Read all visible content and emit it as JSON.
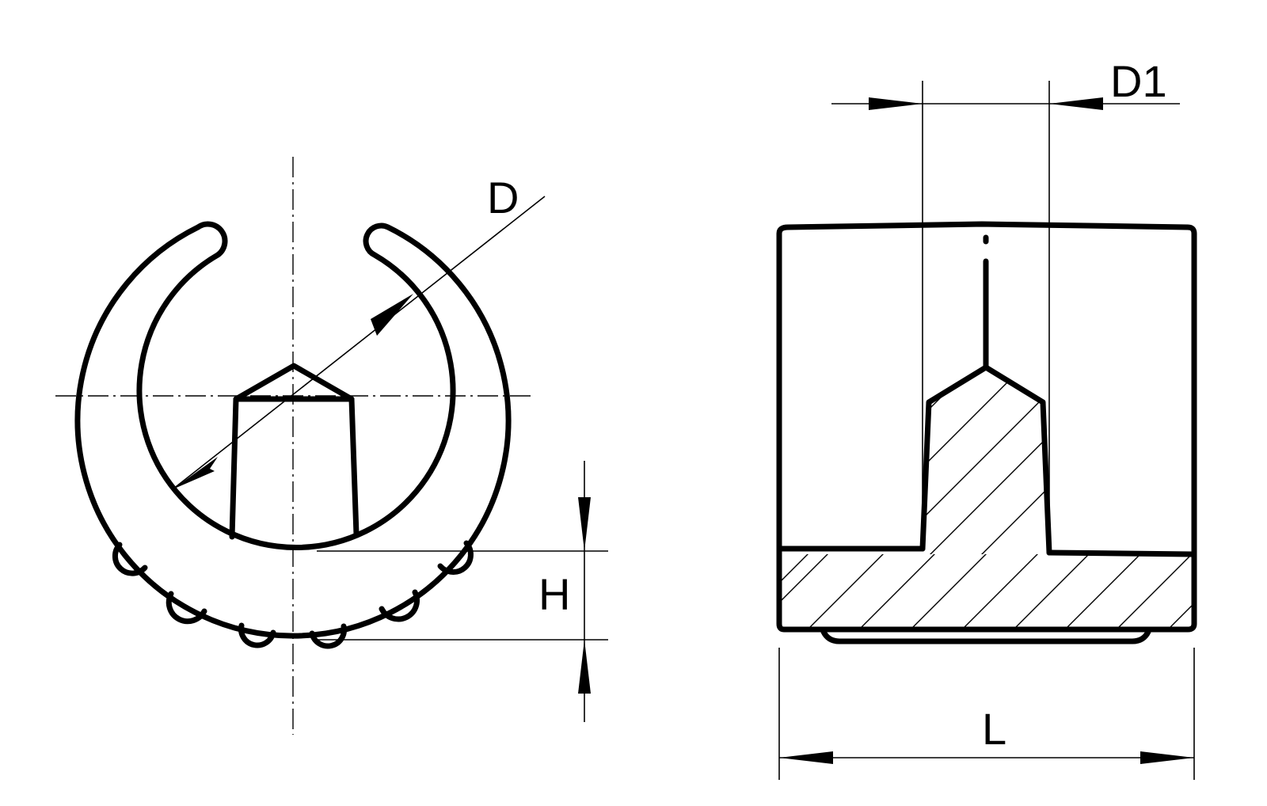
{
  "labels": {
    "d": "D",
    "d1": "D1",
    "h": "H",
    "l": "L"
  },
  "colors": {
    "line": "#000000",
    "background": "#ffffff"
  }
}
